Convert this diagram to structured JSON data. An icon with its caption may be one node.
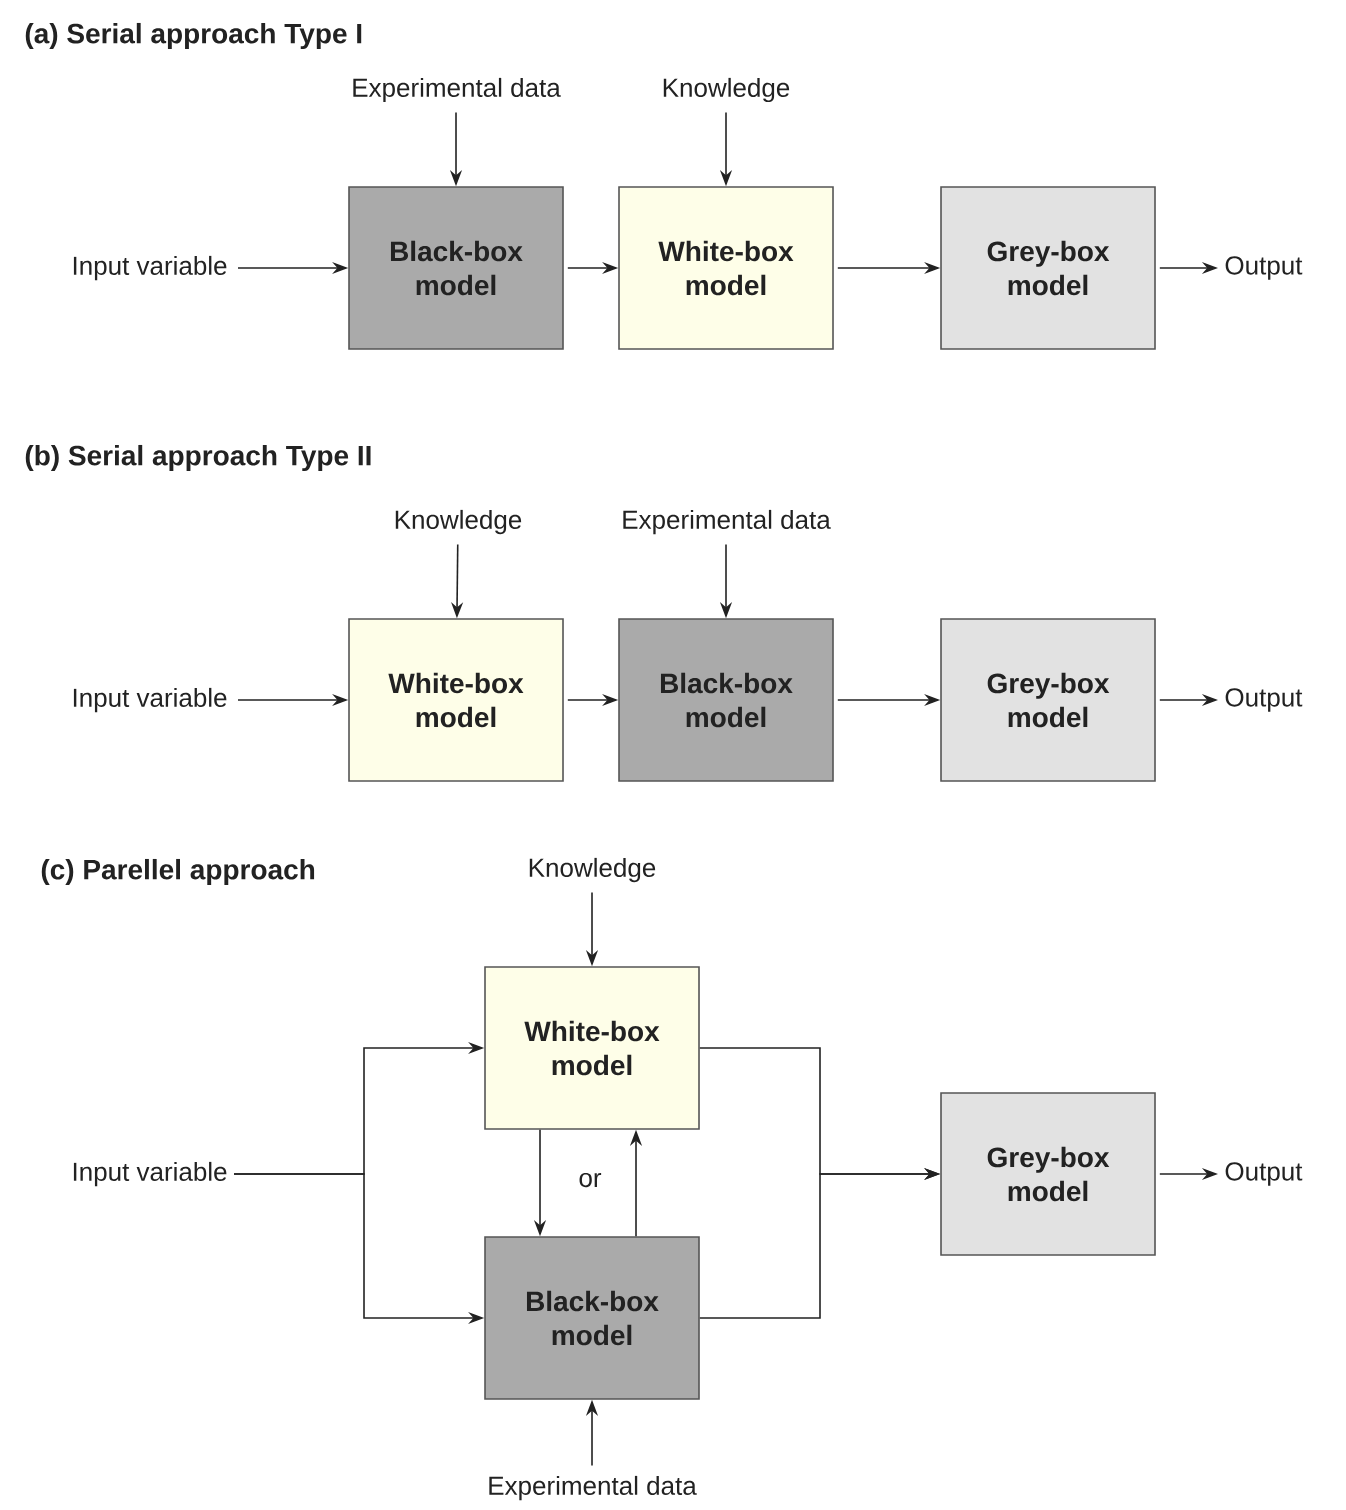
{
  "diagram": {
    "nodes": [
      {
        "text": [
          "Experimental data"
        ]
      },
      {
        "text": [
          "Knowledge"
        ]
      },
      {
        "text": [
          "Input variable"
        ]
      },
      {
        "text": [
          "Black-box model"
        ]
      },
      {
        "text": [
          "White-box model"
        ]
      },
      {
        "text": [
          "Grey-box model"
        ]
      },
      {
        "text": [
          "Output"
        ]
      },
      {
        "text": [
          "Knowledge"
        ]
      },
      {
        "text": [
          "Experimental data"
        ]
      },
      {
        "text": [
          "Input variable"
        ]
      },
      {
        "text": [
          "White-box model"
        ]
      },
      {
        "text": [
          "Black-box model"
        ]
      },
      {
        "text": [
          "Grey-box model"
        ]
      },
      {
        "text": [
          "Output"
        ]
      },
      {
        "text": [
          "Knowledge"
        ]
      },
      {
        "text": [
          "Input variable"
        ]
      },
      {
        "text": [
          "White-box model"
        ]
      },
      {
        "text": [
          "Black-box model"
        ]
      },
      {
        "text": [
          "Grey-box model"
        ]
      },
      {
        "text": [
          "Output"
        ]
      },
      {
        "text": [
          "Experimental data"
        ]
      }
    ],
    "edges": [
      {
        "from": 0,
        "to": 3,
        "arrow": "to"
      },
      {
        "from": 1,
        "to": 4,
        "arrow": "to"
      },
      {
        "from": 2,
        "to": 3,
        "arrow": "to"
      },
      {
        "from": 3,
        "to": 4,
        "arrow": "to"
      },
      {
        "from": 4,
        "to": 5,
        "arrow": "to"
      },
      {
        "from": 5,
        "to": 6,
        "arrow": "to"
      },
      {
        "from": 7,
        "to": 10,
        "arrow": "to"
      },
      {
        "from": 8,
        "to": 11,
        "arrow": "to"
      },
      {
        "from": 9,
        "to": 10,
        "arrow": "to"
      },
      {
        "from": 10,
        "to": 11,
        "arrow": "to"
      },
      {
        "from": 11,
        "to": 12,
        "arrow": "to"
      },
      {
        "from": 12,
        "to": 13,
        "arrow": "to"
      },
      {
        "from": 14,
        "to": 16,
        "arrow": "to"
      },
      {
        "from": 15,
        "to": 16,
        "arrow": "to"
      },
      {
        "from": 15,
        "to": 17,
        "arrow": "to"
      },
      {
        "from": 16,
        "to": 17,
        "arrow": "to"
      },
      {
        "from": 17,
        "to": 16,
        "arrow": "to"
      },
      {
        "from": 16,
        "to": 18,
        "arrow": "to"
      },
      {
        "from": 17,
        "to": 18,
        "arrow": "to"
      },
      {
        "from": 18,
        "to": 19,
        "arrow": "to"
      },
      {
        "from": 20,
        "to": 17,
        "arrow": "to"
      }
    ],
    "labels": [
      "(a) Serial approach Type I",
      "(b) Serial approach Type II",
      "(c) Parellel approach",
      "or"
    ]
  }
}
